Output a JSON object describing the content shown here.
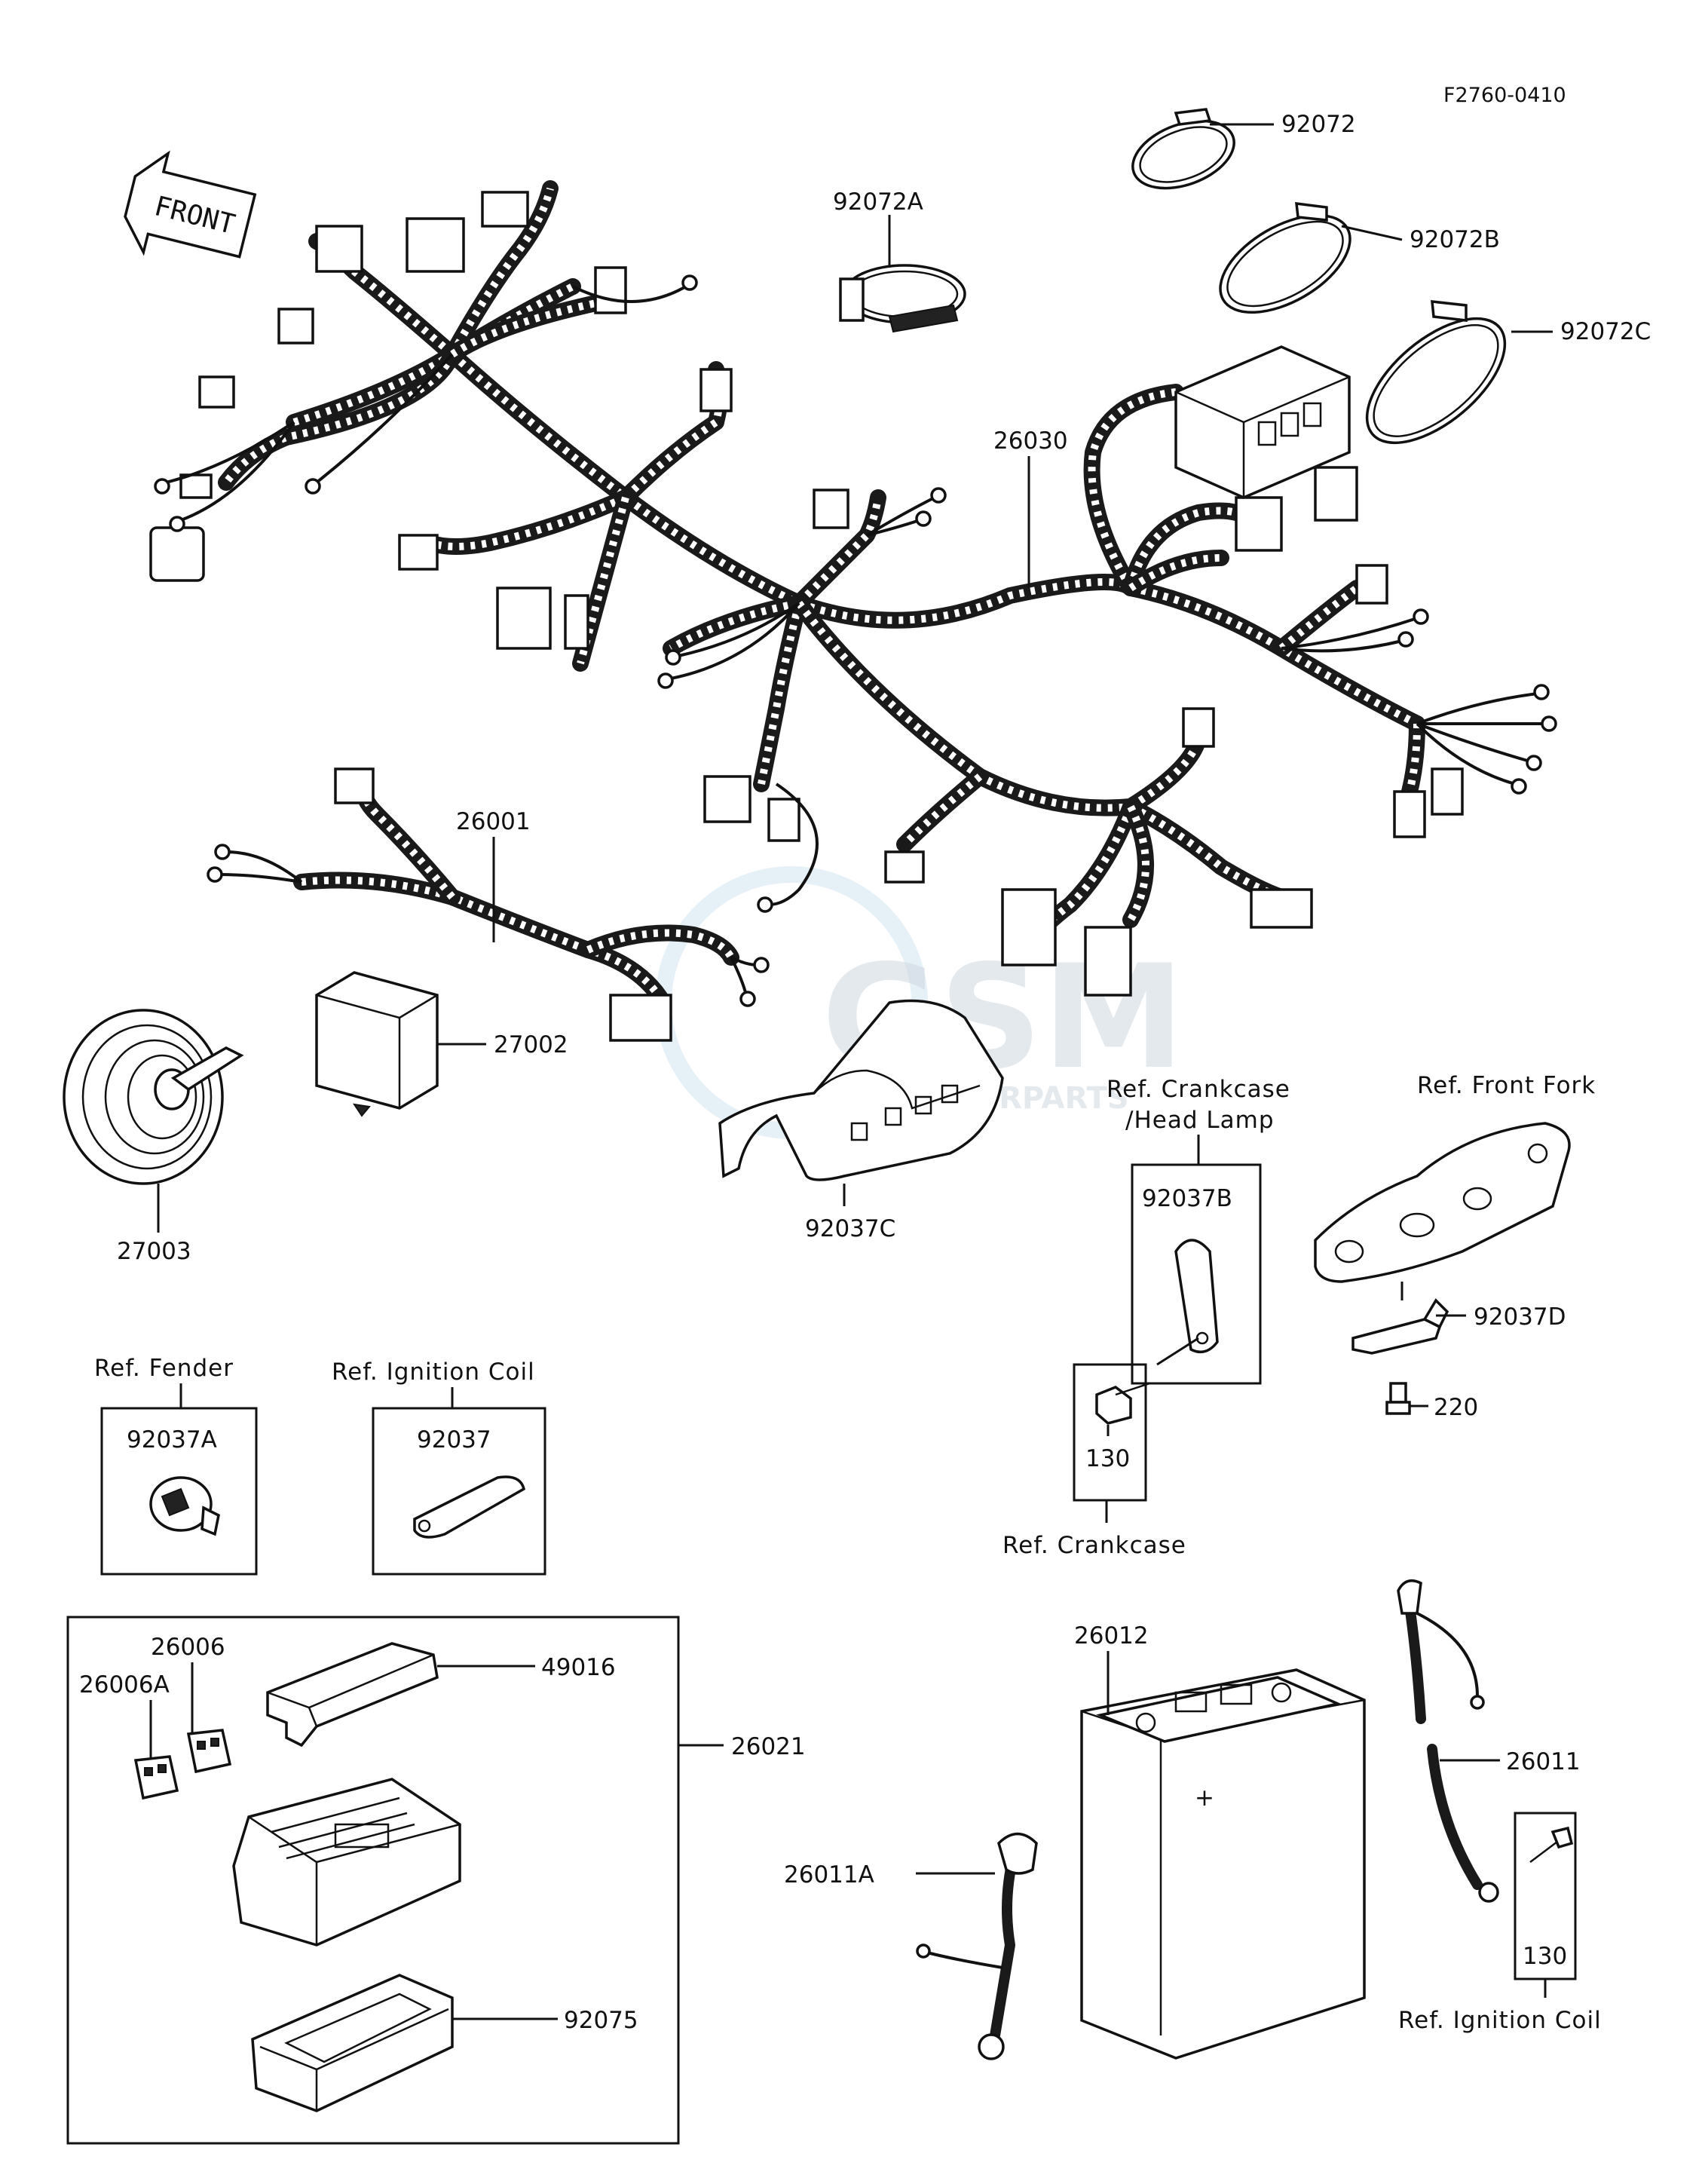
{
  "diagram_code": "F2760-0410",
  "front_label": "FRONT",
  "parts": {
    "p92072": "92072",
    "p92072A": "92072A",
    "p92072B": "92072B",
    "p92072C": "92072C",
    "p26030": "26030",
    "p26001": "26001",
    "p27002": "27002",
    "p27003": "27003",
    "p92037C": "92037C",
    "p92037B": "92037B",
    "p92037D": "92037D",
    "p220": "220",
    "p130a": "130",
    "p92037A": "92037A",
    "p92037": "92037",
    "p26006": "26006",
    "p26006A": "26006A",
    "p49016": "49016",
    "p26021": "26021",
    "p92075": "92075",
    "p26012": "26012",
    "p26011": "26011",
    "p26011A": "26011A",
    "p130b": "130"
  },
  "refs": {
    "crankcase_headlamp_1": "Ref. Crankcase",
    "crankcase_headlamp_2": "/Head Lamp",
    "front_fork": "Ref. Front Fork",
    "fender": "Ref. Fender",
    "ignition_coil_top": "Ref. Ignition Coil",
    "crankcase": "Ref. Crankcase",
    "ignition_coil_bottom": "Ref. Ignition Coil"
  },
  "watermark": {
    "main": "GSM",
    "sub": "MOTORPARTS"
  }
}
